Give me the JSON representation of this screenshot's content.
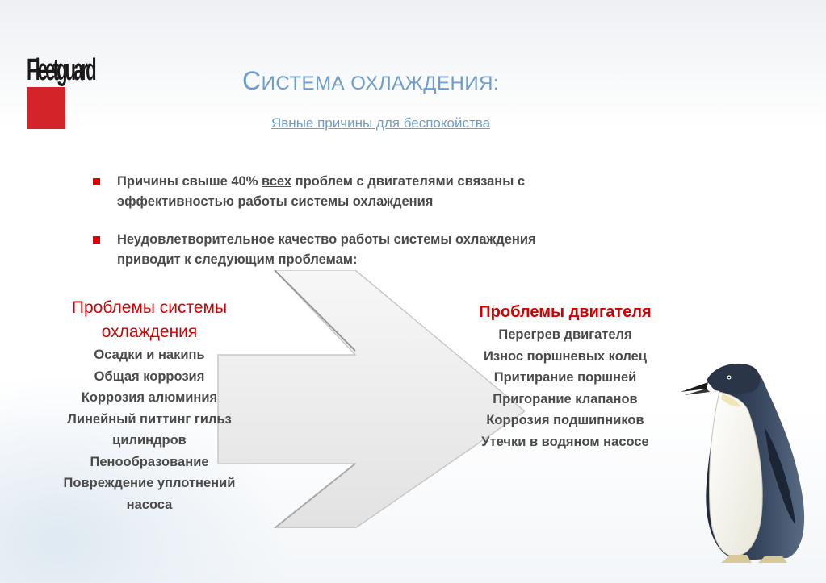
{
  "logo": {
    "text": "Fleetguard"
  },
  "header": {
    "title_first_letter": "С",
    "title_rest": "ИСТЕМА ОХЛАЖДЕНИЯ:",
    "subtitle": "Явные причины для беспокойства"
  },
  "bullets": [
    {
      "pre": "Причины свыше 40% ",
      "emph": "всех",
      "post": " проблем с двигателями связаны с",
      "line2": "эффективностью работы системы охлаждения"
    },
    {
      "line1": "Неудовлетворительное качество работы системы охлаждения",
      "line2": "приводит к следующим проблемам:"
    }
  ],
  "cooling_problems": {
    "heading_line1": "Проблемы системы",
    "heading_line2": "охлаждения",
    "items": [
      "Осадки и накипь",
      "Общая коррозия",
      "Коррозия алюминия",
      "Линейный питтинг гильз",
      "цилиндров",
      "Пенообразование",
      "Повреждение уплотнений",
      "насоса"
    ]
  },
  "engine_problems": {
    "heading": "Проблемы двигателя",
    "items": [
      "Перегрев двигателя",
      "Износ поршневых колец",
      "Притирание поршней",
      "Пригорание клапанов",
      "Коррозия подшипников",
      "Утечки в водяном насосе"
    ]
  },
  "colors": {
    "title_blue": "#6d9dcc",
    "accent_red": "#d40000",
    "body_gray": "#4a4a4a"
  },
  "icons": [
    "arrow-icon",
    "penguin-illustration"
  ]
}
